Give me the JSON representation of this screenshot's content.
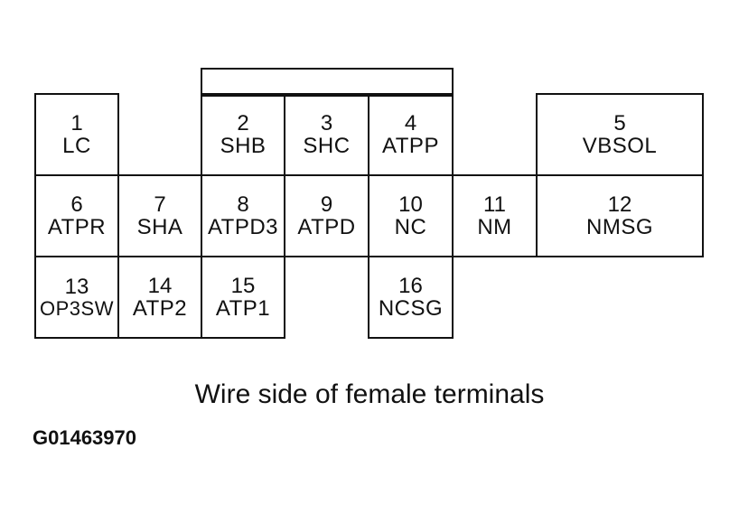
{
  "connector": {
    "terminals": [
      {
        "number": "1",
        "signal": "LC"
      },
      {
        "number": "2",
        "signal": "SHB"
      },
      {
        "number": "3",
        "signal": "SHC"
      },
      {
        "number": "4",
        "signal": "ATPP"
      },
      {
        "number": "5",
        "signal": "VBSOL"
      },
      {
        "number": "6",
        "signal": "ATPR"
      },
      {
        "number": "7",
        "signal": "SHA"
      },
      {
        "number": "8",
        "signal": "ATPD3"
      },
      {
        "number": "9",
        "signal": "ATPD"
      },
      {
        "number": "10",
        "signal": "NC"
      },
      {
        "number": "11",
        "signal": "NM"
      },
      {
        "number": "12",
        "signal": "NMSG"
      },
      {
        "number": "13",
        "signal": "OP3SW"
      },
      {
        "number": "14",
        "signal": "ATP2"
      },
      {
        "number": "15",
        "signal": "ATP1"
      },
      {
        "number": "16",
        "signal": "NCSG"
      }
    ]
  },
  "caption": "Wire side of female terminals",
  "figure_id": "G01463970"
}
